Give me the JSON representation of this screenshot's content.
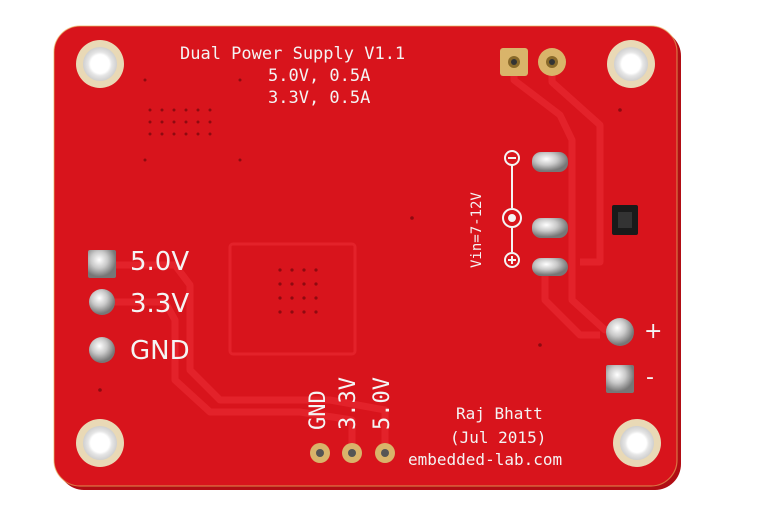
{
  "board": {
    "title": "Dual Power Supply V1.1",
    "line1": "5.0V, 0.5A",
    "line2": "3.3V, 0.5A",
    "outputs": [
      "5.0V",
      "3.3V",
      "GND"
    ],
    "input_label": "Vin=7-12V",
    "plus": "+",
    "minus": "-",
    "header_labels": [
      "GND",
      "3.3V",
      "5.0V"
    ],
    "author": "Raj Bhatt",
    "date": "(Jul 2015)",
    "website": "embedded-lab.com"
  },
  "colors": {
    "pcb": "#d8141c",
    "silkscreen": "#f4f4f4",
    "copper_pad": "#d9b46a",
    "solder": "#c8c8c8"
  }
}
